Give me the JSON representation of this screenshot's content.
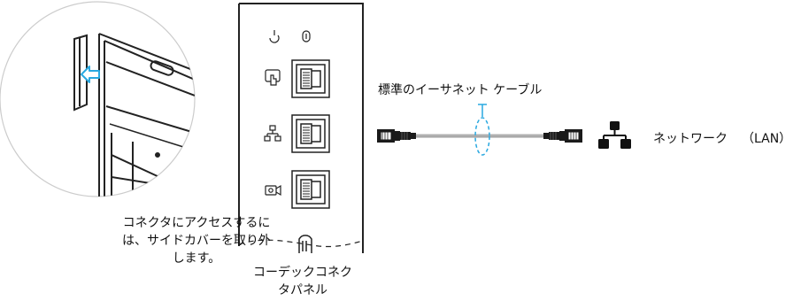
{
  "left_caption": {
    "lines": [
      "コネクタにアクセスするに",
      "は、サイドカバーを取り外",
      "します。"
    ]
  },
  "panel_caption": {
    "lines": [
      "コーデックコネク",
      "タパネル"
    ]
  },
  "cable_label": "標準のイーサネット ケーブル",
  "network_label": "ネットワーク",
  "network_lan": "（LAN）",
  "colors": {
    "line": "#222222",
    "cable": "#b0b0b0",
    "accent_blue": "#29a8e0",
    "circle_outline": "#cccccc"
  },
  "icons": [
    "power-icon",
    "record-icon",
    "touch-panel-icon",
    "network-port-icon",
    "camera-port-icon",
    "network-icon",
    "side-arrow-icon"
  ]
}
